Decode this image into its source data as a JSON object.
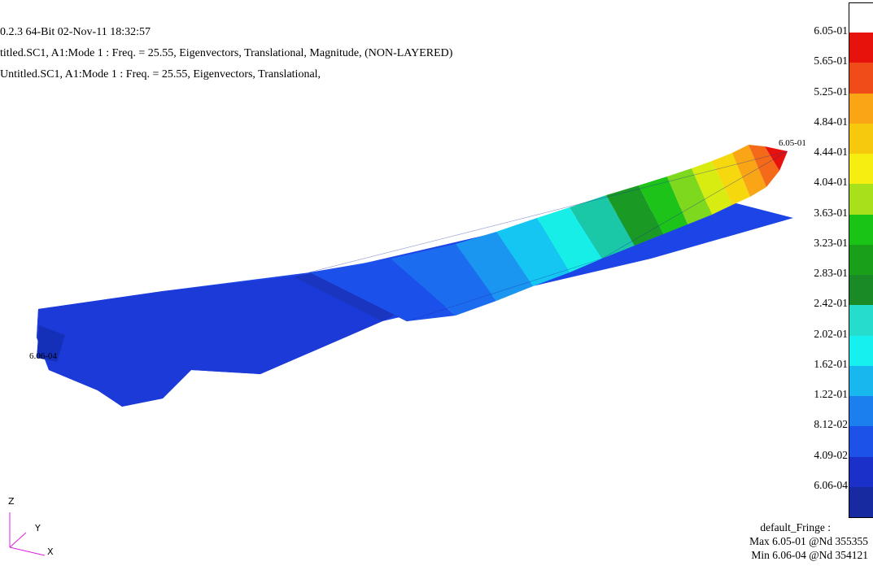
{
  "header": {
    "line1": "0.2.3 64-Bit 02-Nov-11 18:32:57",
    "line2": "titled.SC1, A1:Mode 1 : Freq. = 25.55, Eigenvectors, Translational, Magnitude, (NON-LAYERED)",
    "line3": "Untitled.SC1, A1:Mode 1 : Freq. = 25.55, Eigenvectors, Translational,"
  },
  "model": {
    "max_label": "6.05-01",
    "min_label": "6.06-04"
  },
  "legend": {
    "ticks": [
      "6.05-01",
      "5.65-01",
      "5.25-01",
      "4.84-01",
      "4.44-01",
      "4.04-01",
      "3.63-01",
      "3.23-01",
      "2.83-01",
      "2.42-01",
      "2.02-01",
      "1.62-01",
      "1.22-01",
      "8.12-02",
      "4.09-02",
      "6.06-04"
    ],
    "colors": [
      "#ffffff",
      "#e8120c",
      "#f04c1a",
      "#f9a516",
      "#f6c80e",
      "#f6ee10",
      "#a8e01c",
      "#19c417",
      "#1a9f1a",
      "#1a8a26",
      "#26dccc",
      "#16f0ee",
      "#18b7ed",
      "#1c7fee",
      "#1c52e8",
      "#1b30c8",
      "#172aa0"
    ],
    "title": "default_Fringe :",
    "max_text": "Max 6.05-01 @Nd 355355",
    "min_text": "Min 6.06-04 @Nd 354121"
  },
  "triad": {
    "z": "Z",
    "y": "Y",
    "x": "X"
  }
}
